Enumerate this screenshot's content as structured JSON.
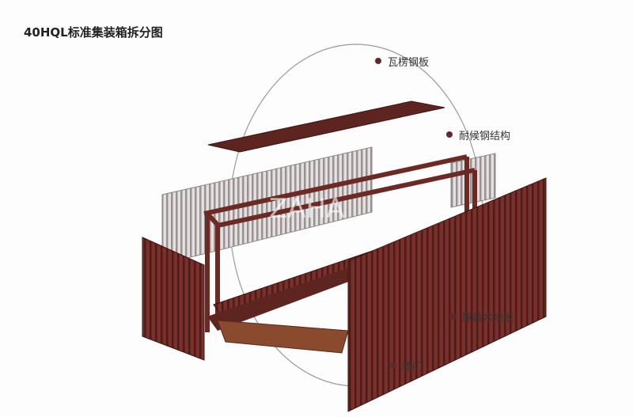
{
  "title": "40HQL标准集装箱拆分图",
  "labels": {
    "roof": "瓦楞钢板",
    "frame": "耐候钢结构",
    "floor": "原装木地板",
    "door": "箱门"
  },
  "watermark": "ZAHA",
  "colors": {
    "steel_brown": "#6b2a24",
    "wall_grey": "#c9c4c4",
    "floor_wood": "#8a4a2e",
    "dot": "#5a2a2e"
  }
}
